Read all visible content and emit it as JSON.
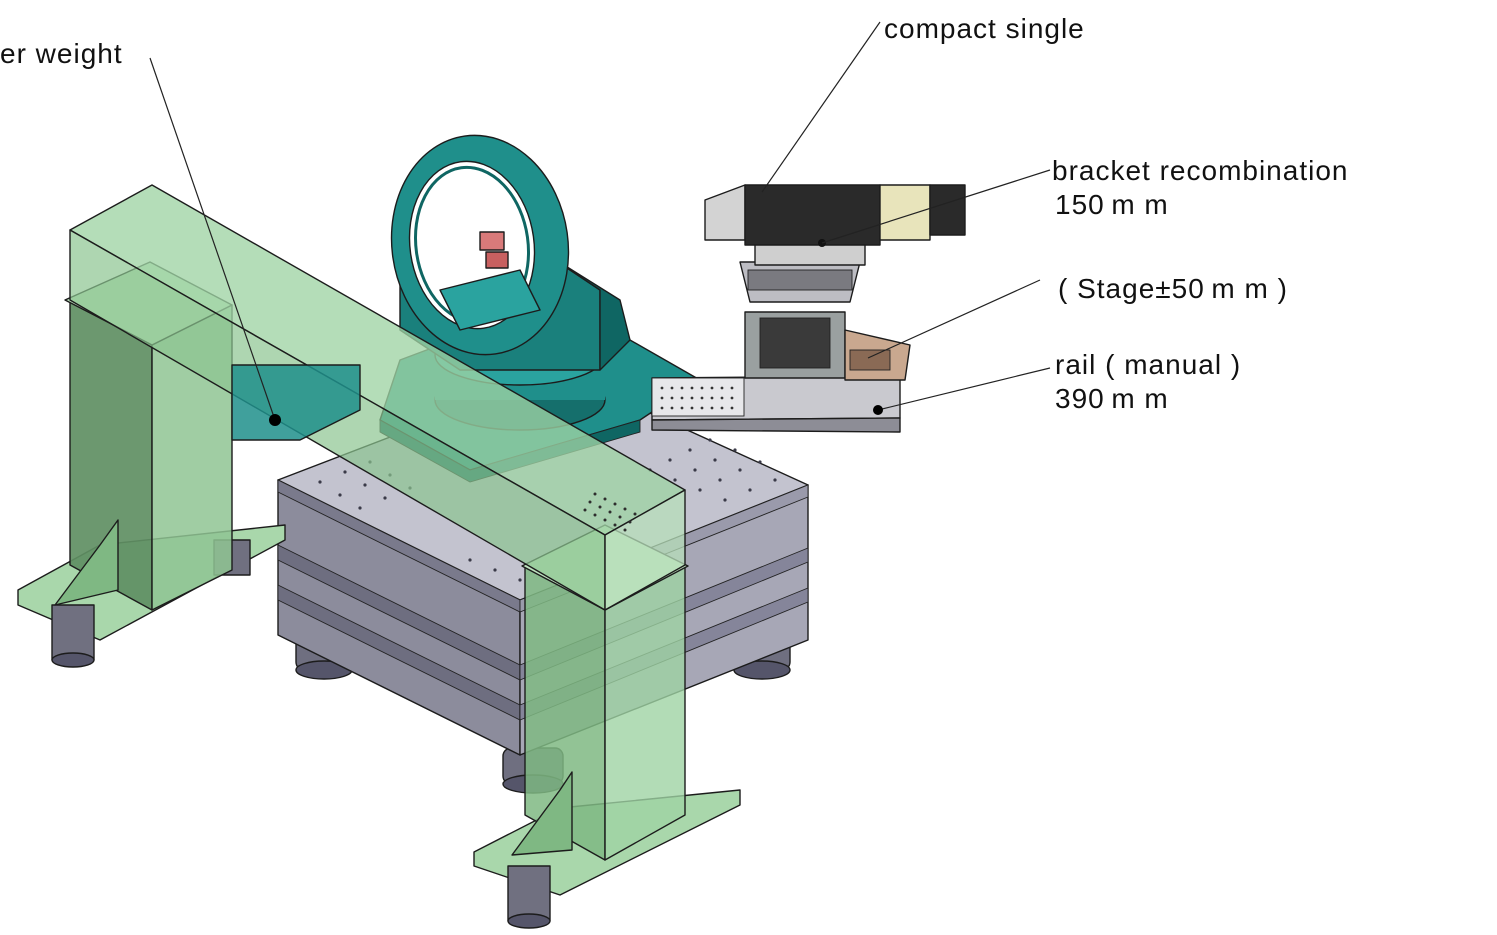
{
  "labels": {
    "counter_weight": "er weight",
    "compact_single": "compact   single",
    "bracket_line1": "bracket   recombination",
    "bracket_line2": "150 m m",
    "stage": "( Stage±50 m m )",
    "rail_line1": "rail ( manual )",
    "rail_line2": "390 m m"
  },
  "colors": {
    "gantry_fill": "#9fd3a4",
    "gantry_dark": "#5e8f62",
    "teal": "#1f8f8b",
    "teal_dark": "#0f6663",
    "table_top": "#b9b9c6",
    "table_side": "#7d7d8c",
    "table_front": "#9797a6",
    "detector_dark": "#2a2a2a",
    "rail_grey": "#c9c9cf"
  }
}
